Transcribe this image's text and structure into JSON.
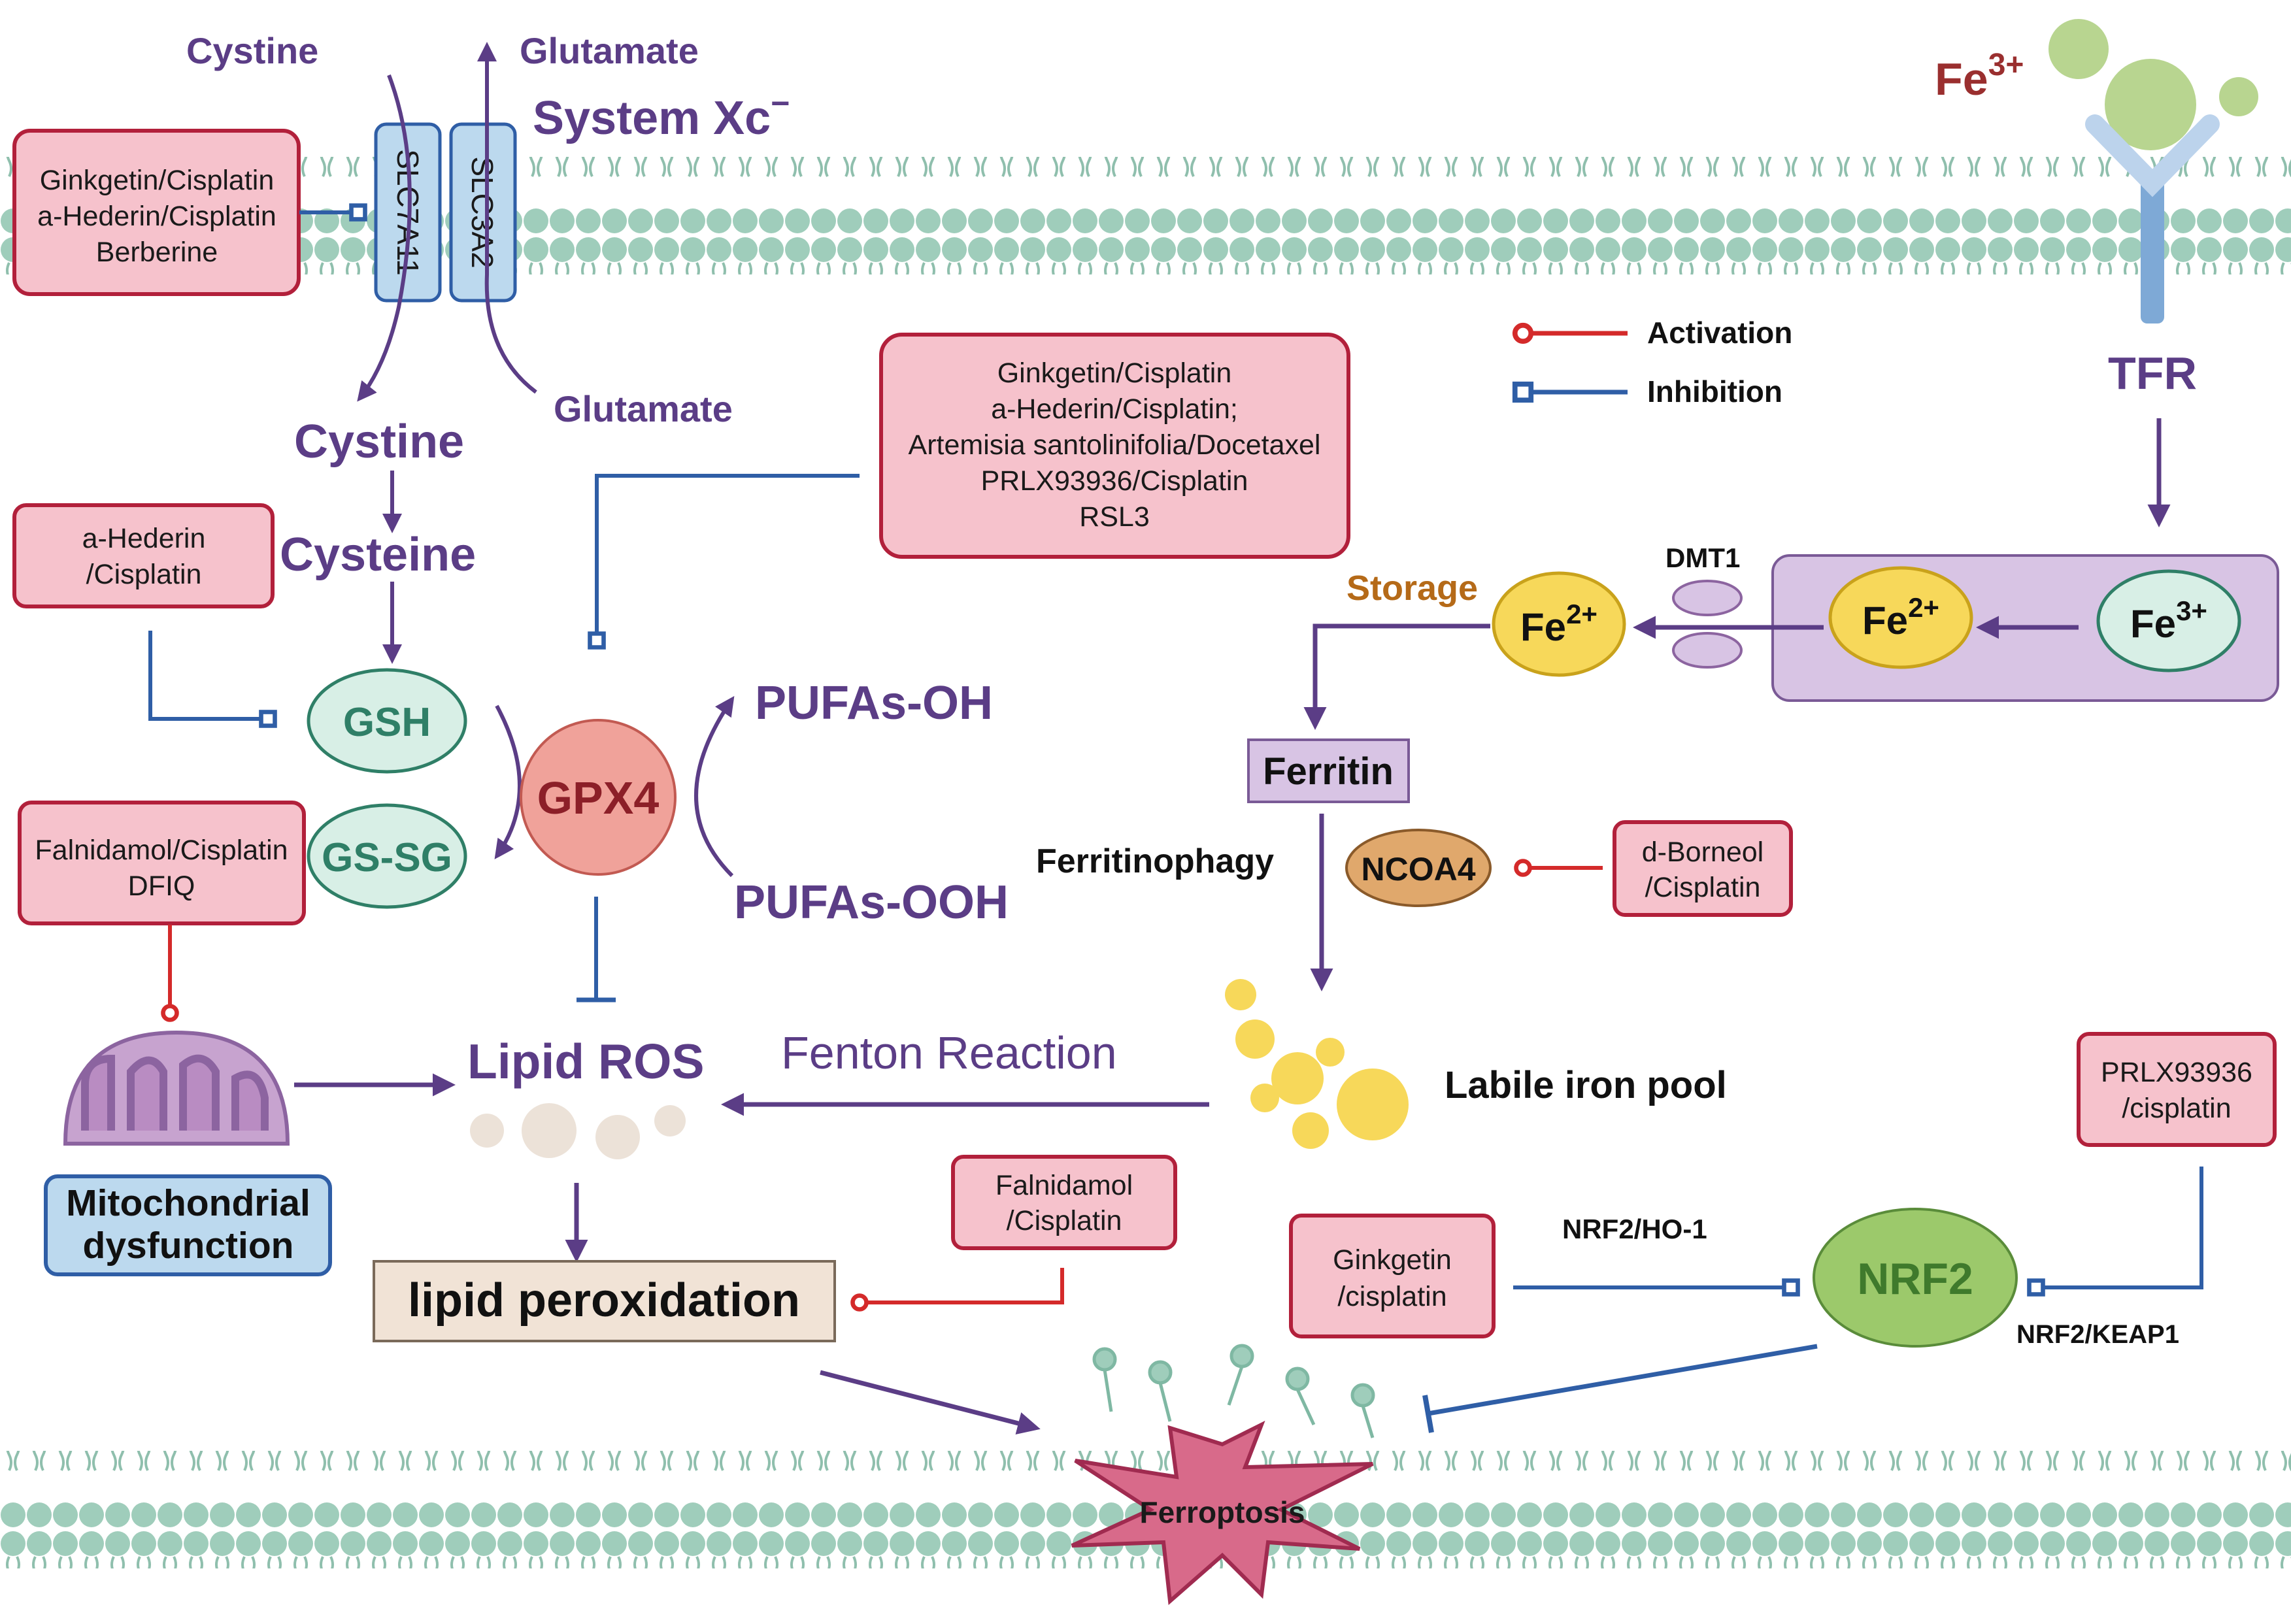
{
  "colors": {
    "purple": "#5b3d86",
    "drug_box_fill": "#f6c2cc",
    "drug_box_stroke": "#b2203b",
    "membrane": "#9fcdbb",
    "activation": "#d42a2a",
    "inhibition": "#2f5ea6",
    "iron_yellow": "#f7d85a",
    "iron_green": "#d8efe6",
    "nrf2_green": "#9cc96b"
  },
  "icons": [
    "activation-arrow-icon",
    "inhibition-arrow-icon",
    "mitochondrion-icon",
    "star-burst-icon",
    "transferrin-receptor-icon"
  ],
  "system_xc": {
    "cystine_out": "Cystine",
    "glutamate_out": "Glutamate",
    "title": "System Xc",
    "title_sup": "−",
    "slc7a11": "SLC7A11",
    "slc3a2": "SLC3A2",
    "cystine_in": "Cystine",
    "glutamate_in": "Glutamate"
  },
  "drug_boxes": {
    "xc_inhibitors": [
      "Ginkgetin/Cisplatin",
      "a-Hederin/Cisplatin",
      "Berberine"
    ],
    "gsh_inhibitor": [
      "a-Hederin",
      "/Cisplatin"
    ],
    "gpx4_inhibitors": [
      "Ginkgetin/Cisplatin",
      "a-Hederin/Cisplatin;",
      "Artemisia santolinifolia/Docetaxel",
      "PRLX93936/Cisplatin",
      "RSL3"
    ],
    "mito_activators": [
      "Falnidamol/Cisplatin",
      "DFIQ"
    ],
    "ncoa4_activator": [
      "d-Borneol",
      "/Cisplatin"
    ],
    "peroxidation_activator": [
      "Falnidamol",
      "/Cisplatin"
    ],
    "nrf2_ho1_inhibitor": [
      "Ginkgetin",
      "/cisplatin"
    ],
    "nrf2_keap1_inhibitor": [
      "PRLX93936",
      "/cisplatin"
    ]
  },
  "metabolites": {
    "cysteine": "Cysteine",
    "gsh": "GSH",
    "gssg": "GS-SG",
    "gpx4": "GPX4",
    "pufas_oh": "PUFAs-OH",
    "pufas_ooh": "PUFAs-OOH",
    "lipid_ros": "Lipid ROS",
    "lipid_peroxidation": "lipid peroxidation",
    "mito_label_1": "Mitochondrial",
    "mito_label_2": "dysfunction",
    "fenton": "Fenton Reaction",
    "ferroptosis": "Ferroptosis"
  },
  "legend": {
    "activation": "Activation",
    "inhibition": "Inhibition"
  },
  "iron": {
    "fe3_outside": "Fe",
    "fe3_outside_sup": "3+",
    "tfr": "TFR",
    "dmt1": "DMT1",
    "storage": "Storage",
    "fe2": "Fe",
    "fe2_sup": "2+",
    "fe3": "Fe",
    "fe3_sup": "3+",
    "ferritin": "Ferritin",
    "ferritinophagy": "Ferritinophagy",
    "ncoa4": "NCOA4",
    "labile_pool": "Labile iron pool"
  },
  "nrf2": {
    "label": "NRF2",
    "ho1_pathway": "NRF2/HO-1",
    "keap1_pathway": "NRF2/KEAP1"
  }
}
